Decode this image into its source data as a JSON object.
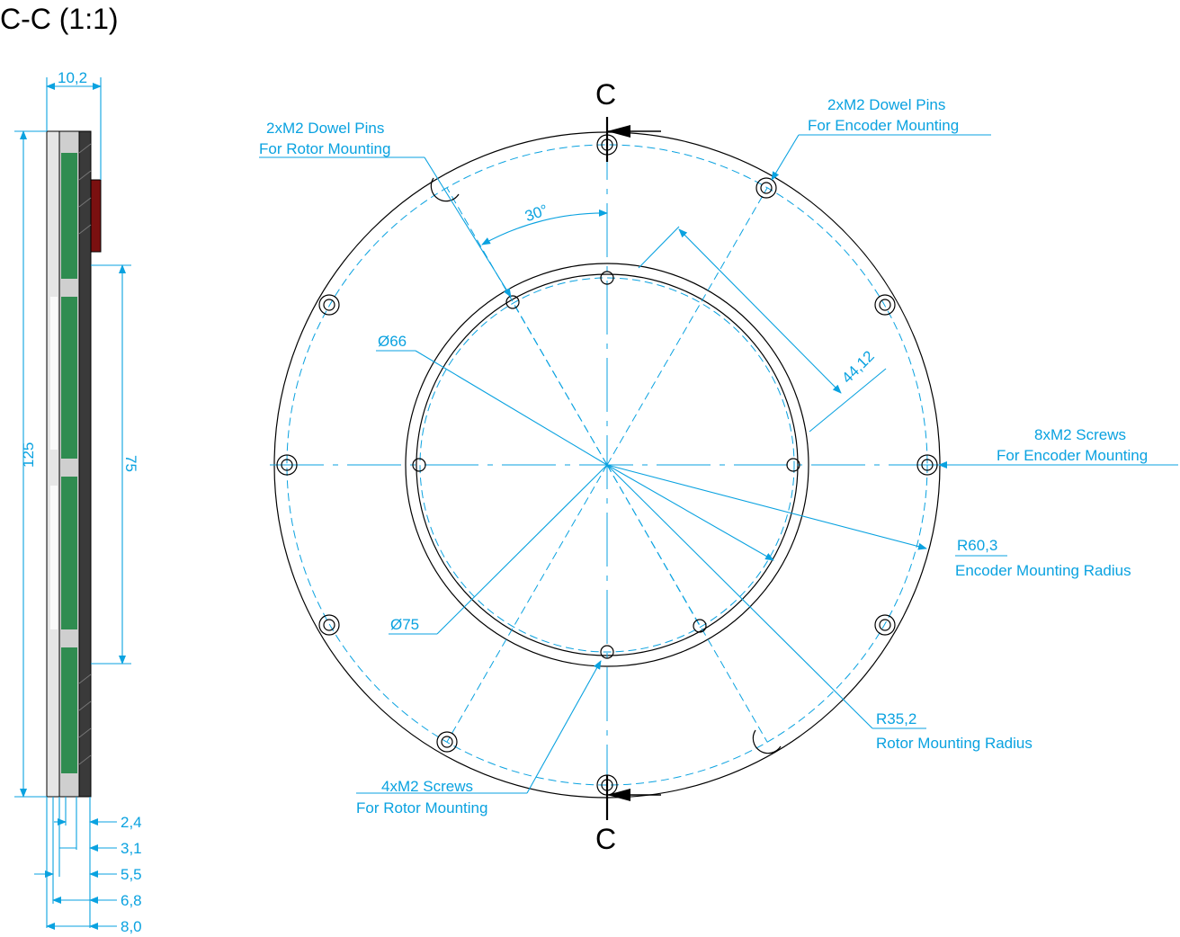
{
  "title": "C-C (1:1)",
  "section_marks": [
    "C",
    "C"
  ],
  "colors": {
    "dimension": "#0aa2e0",
    "outline": "#000000",
    "pcb_green": "#2f8c50"
  },
  "side_view": {
    "width_dim": "10,2",
    "height_dim": "125",
    "inner_dim": "75",
    "layer_dims": [
      "2,4",
      "3,1",
      "5,5",
      "6,8",
      "8,0"
    ]
  },
  "front_view": {
    "angle": "30°",
    "dia_inner": "Ø66",
    "dia_mid": "Ø75",
    "chord": "44,12",
    "callouts": {
      "rotor_dowel": [
        "2xM2 Dowel Pins",
        "For Rotor Mounting"
      ],
      "encoder_dowel": [
        "2xM2 Dowel Pins",
        "For Encoder Mounting"
      ],
      "encoder_screws": [
        "8xM2 Screws",
        "For Encoder Mounting"
      ],
      "encoder_radius": [
        "R60,3",
        "Encoder Mounting Radius"
      ],
      "rotor_radius": [
        "R35,2",
        "Rotor Mounting Radius"
      ],
      "rotor_screws": [
        "4xM2 Screws",
        "For Rotor Mounting"
      ]
    }
  }
}
